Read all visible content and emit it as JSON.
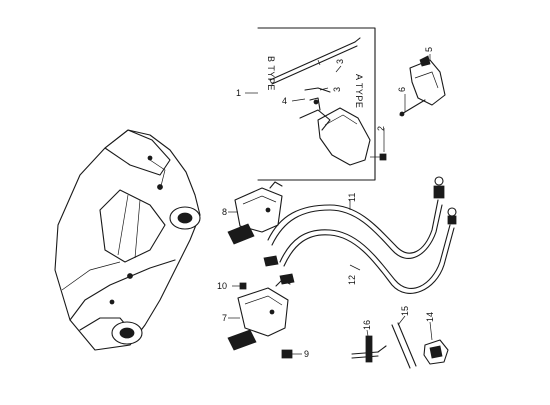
{
  "labels": {
    "b_type": "B TYPE",
    "a_type": "A TYPE"
  },
  "callouts": [
    "1",
    "2",
    "3",
    "3",
    "4",
    "5",
    "6",
    "7",
    "8",
    "9",
    "10",
    "11",
    "12",
    "14",
    "15",
    "16"
  ]
}
